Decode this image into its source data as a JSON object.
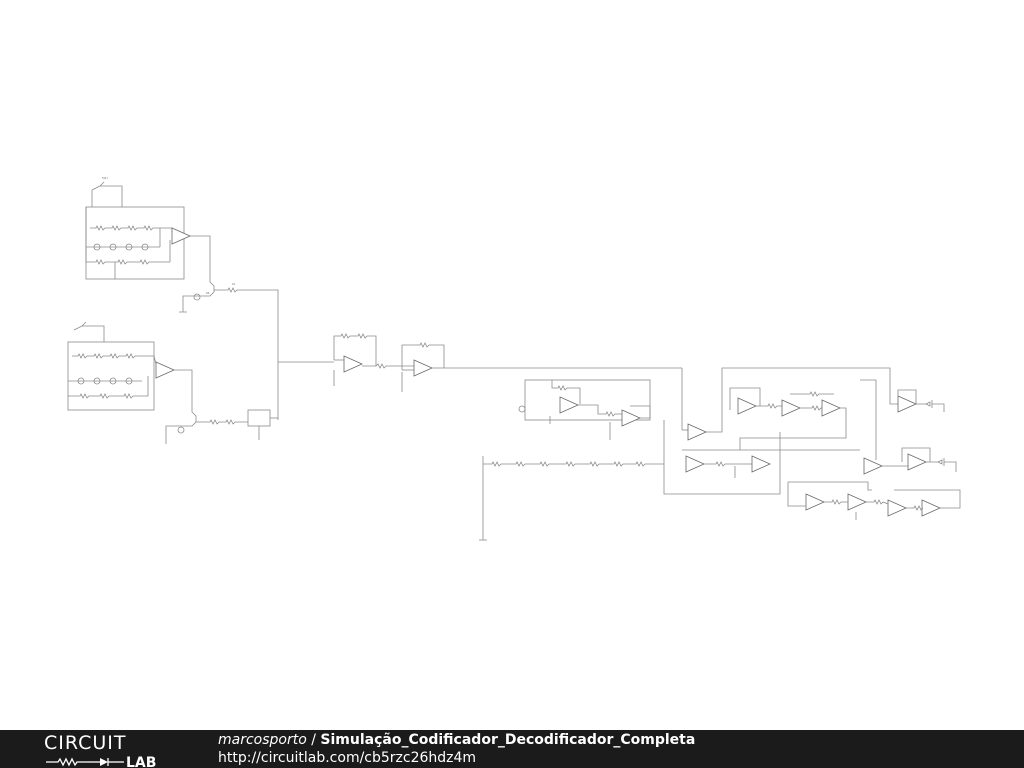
{
  "footer": {
    "brand_top": "CIRCUIT",
    "brand_bottom": "LAB",
    "author": "marcosporto",
    "separator": " / ",
    "title": "Simulação_Codificador_Decodificador_Completa",
    "url": "http://circuitlab.com/cb5rzc26hdz4m"
  },
  "colors": {
    "background": "#ffffff",
    "footer_background": "#1b1b1b",
    "footer_text": "#ffffff",
    "wire": "#8a8a8a"
  }
}
